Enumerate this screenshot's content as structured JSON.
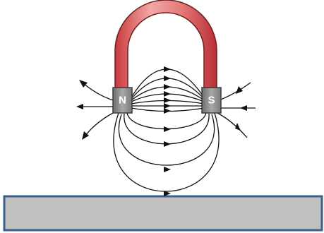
{
  "magnet": {
    "north_label": "N",
    "south_label": "S",
    "body_color": "#d9585a",
    "highlight_color": "#f7b6b4",
    "pole_color": "#8f8f8f"
  },
  "field_lines": {
    "color": "#111111",
    "direction": "north-to-south"
  },
  "plate": {
    "fill_color": "#c0c0c0",
    "border_color": "#3e5f8a"
  }
}
